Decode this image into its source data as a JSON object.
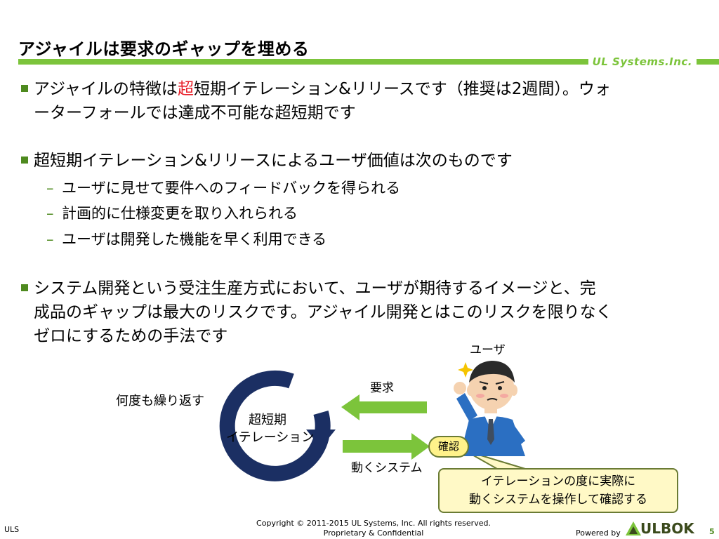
{
  "slide": {
    "title": "アジャイルは要求のギャップを埋める",
    "brand": "UL Systems.Inc."
  },
  "bullets": {
    "b1": {
      "prefix": "アジャイルの特徴は",
      "highlight": "超",
      "suffix": "短期イテレーション&リリースです（推奨は2週間）。ウォ",
      "line2": "ーターフォールでは達成不可能な超短期です"
    },
    "b2": {
      "text": "超短期イテレーション&リリースによるユーザ価値は次のものです",
      "subs": [
        "ユーザに見せて要件へのフィードバックを得られる",
        "計画的に仕様変更を取り入れられる",
        "ユーザは開発した機能を早く利用できる"
      ]
    },
    "b3": {
      "line1": "システム開発という受注生産方式において、ユーザが期待するイメージと、完",
      "line2": "成品のギャップは最大のリスクです。アジャイル開発とはこのリスクを限りなく",
      "line3": "ゼロにするための手法です"
    }
  },
  "diagram": {
    "cycle_label_1": "超短期",
    "cycle_label_2": "イテレーション",
    "repeat_label": "何度も繰り返す",
    "request_label": "要求",
    "system_label": "動くシステム",
    "user_label": "ユーザ",
    "confirm_badge": "確認",
    "callout_line1": "イテレーションの度に実際に",
    "callout_line2": "動くシステムを操作して確認する",
    "colors": {
      "cycle": "#1b2f63",
      "arrow": "#7cc43b",
      "callout_bg": "#fff9c6"
    }
  },
  "footer": {
    "left": "ULS",
    "copyright": "Copyright © 2011-2015 UL Systems, Inc.  All rights reserved.",
    "confidential": "Proprietary & Confidential",
    "powered": "Powered by",
    "logo": "ULBOK",
    "page": "5"
  }
}
